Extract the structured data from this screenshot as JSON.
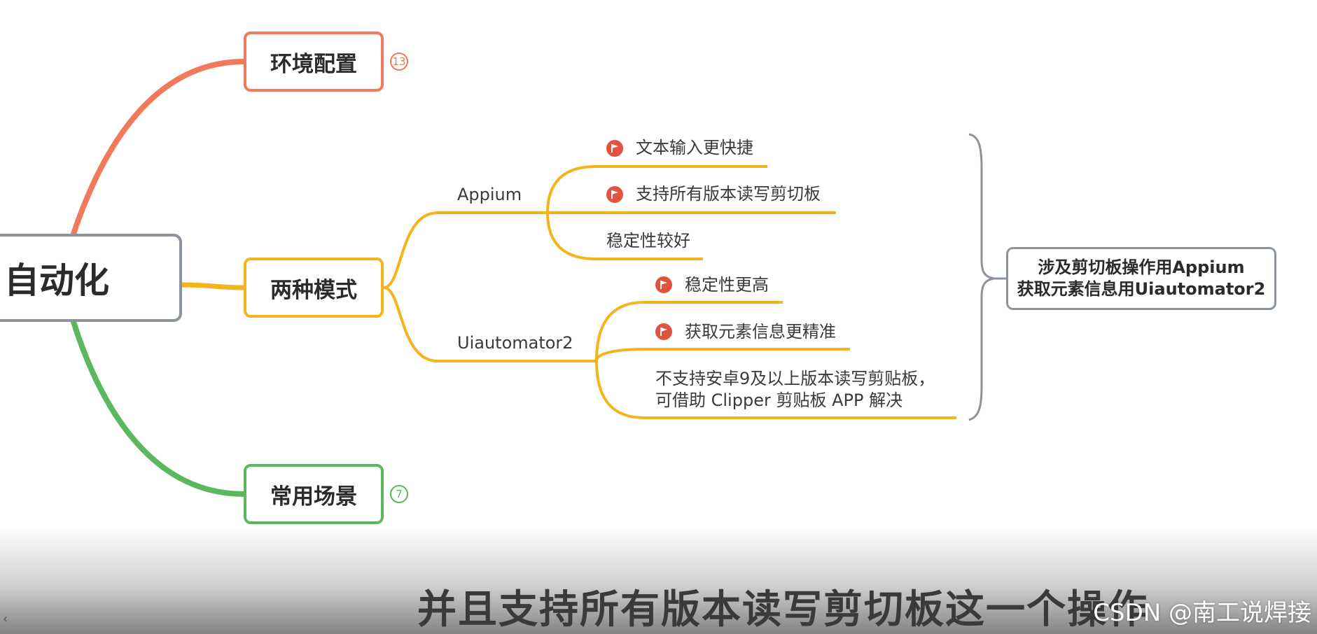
{
  "root": {
    "label": "自动化"
  },
  "branches": [
    {
      "label": "环境配置",
      "badge": "13",
      "color": "#f07a5b"
    },
    {
      "label": "两种模式",
      "color": "#f5b31c"
    },
    {
      "label": "常用场景",
      "badge": "7",
      "color": "#5cb85c"
    }
  ],
  "modes": {
    "appium": {
      "label": "Appium",
      "items": [
        {
          "text": "文本输入更快捷",
          "flag": true
        },
        {
          "text": "支持所有版本读写剪切板",
          "flag": true
        },
        {
          "text": "稳定性较好",
          "flag": false
        }
      ]
    },
    "uiautomator2": {
      "label": "Uiautomator2",
      "items": [
        {
          "text": "稳定性更高",
          "flag": true
        },
        {
          "text": "获取元素信息更精准",
          "flag": true
        },
        {
          "text_line1": "不支持安卓9及以上版本读写剪贴板，",
          "text_line2": "可借助 Clipper 剪贴板 APP 解决",
          "flag": false
        }
      ]
    }
  },
  "summary": {
    "line1": "涉及剪切板操作用Appium",
    "line2": "获取元素信息用Uiautomator2"
  },
  "subtitle": "并且支持所有版本读写剪切板这一个操作",
  "watermark": "CSDN @南工说焊接",
  "colors": {
    "orange": "#f07a5b",
    "yellow": "#f5b31c",
    "green": "#5cb85c",
    "gray": "#8d939b",
    "flag": "#e0533f"
  }
}
